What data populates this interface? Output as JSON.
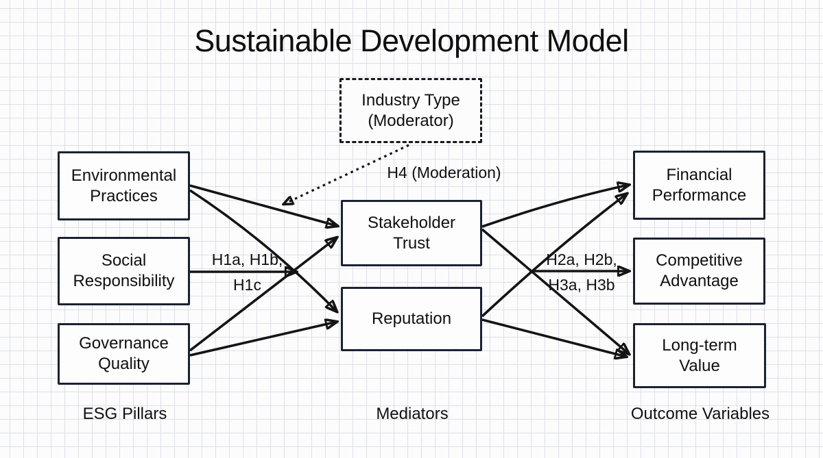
{
  "title": "Sustainable Development Model",
  "colors": {
    "background": "#fcfcfd",
    "grid_line": "#dee0e6",
    "box_border": "#1a2133",
    "arrow": "#141414",
    "text": "#101012"
  },
  "nodes": {
    "industry_type": {
      "line1": "Industry Type",
      "line2": "(Moderator)",
      "style": "dashed"
    },
    "environmental_practices": {
      "line1": "Environmental",
      "line2": "Practices"
    },
    "social_responsibility": {
      "line1": "Social",
      "line2": "Responsibility"
    },
    "governance_quality": {
      "line1": "Governance",
      "line2": "Quality"
    },
    "stakeholder_trust": {
      "line1": "Stakeholder",
      "line2": "Trust"
    },
    "reputation": {
      "line1": "Reputation"
    },
    "financial_performance": {
      "line1": "Financial",
      "line2": "Performance"
    },
    "competitive_advantage": {
      "line1": "Competitive",
      "line2": "Advantage"
    },
    "long_term_value": {
      "line1": "Long-term",
      "line2": "Value"
    }
  },
  "edge_labels": {
    "h1": {
      "line1": "H1a, H1b,",
      "line2": "H1c"
    },
    "h2": {
      "line1": "H2a, H2b,",
      "line2": "H3a, H3b"
    },
    "h4": "H4 (Moderation)"
  },
  "section_labels": {
    "left": "ESG Pillars",
    "middle": "Mediators",
    "right": "Outcome Variables"
  },
  "edges": [
    {
      "from": "Environmental Practices",
      "to": "Stakeholder Trust",
      "style": "solid"
    },
    {
      "from": "Environmental Practices",
      "to": "Reputation",
      "style": "solid"
    },
    {
      "from": "Social Responsibility",
      "to": "mediation paths",
      "style": "solid",
      "label": "H1a, H1b, H1c"
    },
    {
      "from": "Governance Quality",
      "to": "Stakeholder Trust",
      "style": "solid"
    },
    {
      "from": "Governance Quality",
      "to": "Reputation",
      "style": "solid"
    },
    {
      "from": "Stakeholder Trust",
      "to": "Financial Performance",
      "style": "solid"
    },
    {
      "from": "Stakeholder Trust",
      "to": "Long-term Value",
      "style": "solid"
    },
    {
      "from": "Reputation",
      "to": "Financial Performance",
      "style": "solid"
    },
    {
      "from": "Reputation",
      "to": "Long-term Value",
      "style": "solid"
    },
    {
      "from": "mediators",
      "to": "Competitive Advantage",
      "style": "solid",
      "label": "H2a, H2b, H3a, H3b"
    },
    {
      "from": "Industry Type (Moderator)",
      "to": "ESG-mediator path",
      "style": "dashed",
      "label": "H4 (Moderation)"
    }
  ]
}
